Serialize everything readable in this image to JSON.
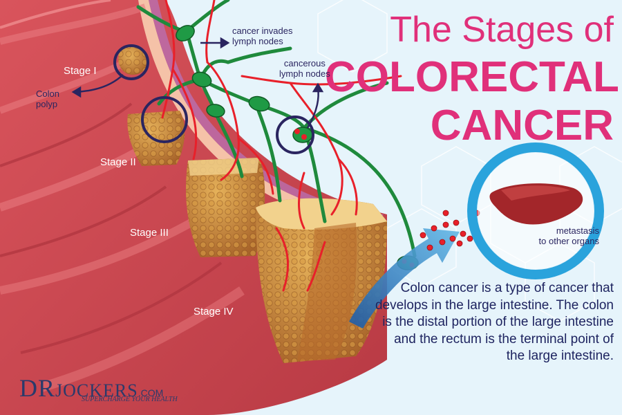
{
  "title": {
    "line1": "The Stages of",
    "line2": "COLORECTAL",
    "line3": "CANCER"
  },
  "stages": {
    "stage1": "Stage I",
    "stage2": "Stage II",
    "stage3": "Stage III",
    "stage4": "Stage IV"
  },
  "annotations": {
    "colon_polyp_1": "Colon",
    "colon_polyp_2": "polyp",
    "invades_1": "cancer invades",
    "invades_2": "lymph nodes",
    "cancerous_1": "cancerous",
    "cancerous_2": "lymph nodes",
    "metastasis_1": "metastasis",
    "metastasis_2": "to other organs"
  },
  "description": "Colon cancer is a type of cancer that develops in the large intestine. The colon is the distal portion of the large intestine and the rectum is the terminal point of the large intestine.",
  "logo": {
    "dr": "DR",
    "jockers": "JOCKERS",
    "com": ".COM",
    "tagline": "SUPERCHARGE YOUR HEALTH"
  },
  "colors": {
    "title": "#e0307a",
    "text_dark": "#1e2460",
    "colon_red": "#c94a52",
    "tumor": "#c98a3a",
    "lymph_green": "#1f8a3c",
    "vessel_red": "#e8202a",
    "metastasis_ring": "#2aa3dc",
    "liver": "#a3262a"
  }
}
